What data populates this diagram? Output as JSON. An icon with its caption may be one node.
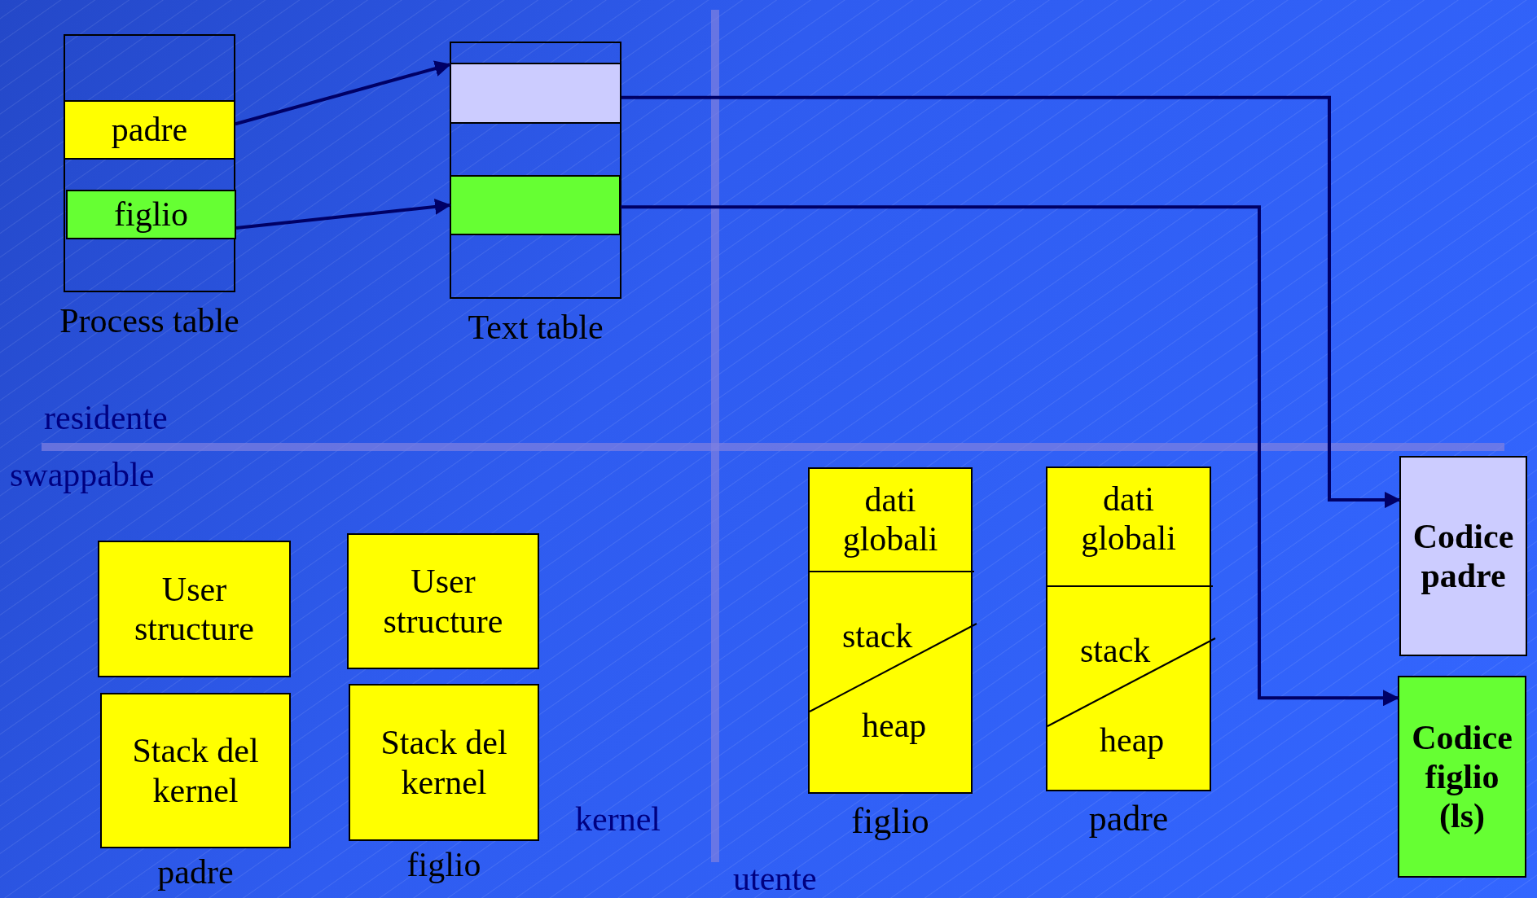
{
  "diagram": {
    "nodes": [
      {
        "text": [
          "Process table"
        ]
      },
      {
        "text": [
          "padre"
        ],
        "in": 0
      },
      {
        "text": [
          "figlio"
        ],
        "in": 0
      },
      {
        "text": [
          "Text table"
        ]
      },
      {
        "text": [],
        "shape": "box",
        "in": 3
      },
      {
        "text": [],
        "shape": "box",
        "in": 3
      },
      {
        "text": [
          "User structure"
        ]
      },
      {
        "text": [
          "Stack del kernel"
        ],
        "beside": [
          "padre"
        ]
      },
      {
        "text": [
          "User structure"
        ]
      },
      {
        "text": [
          "Stack del kernel"
        ],
        "beside": [
          "figlio"
        ]
      },
      {
        "text": [
          "dati globali",
          "stack",
          "heap"
        ],
        "beside": [
          "figlio"
        ]
      },
      {
        "text": [
          "dati globali",
          "stack",
          "heap"
        ],
        "beside": [
          "padre"
        ]
      },
      {
        "text": [
          "Codice padre"
        ]
      },
      {
        "text": [
          "Codice figlio (ls)"
        ]
      }
    ],
    "edges": [
      {
        "from": 1,
        "to": 4,
        "arrow": "to"
      },
      {
        "from": 2,
        "to": 5,
        "arrow": "to"
      },
      {
        "from": 4,
        "to": 12,
        "arrow": "to"
      },
      {
        "from": 5,
        "to": 13,
        "arrow": "to"
      }
    ],
    "labels": [
      "residente",
      "swappable",
      "kernel",
      "utente"
    ]
  }
}
